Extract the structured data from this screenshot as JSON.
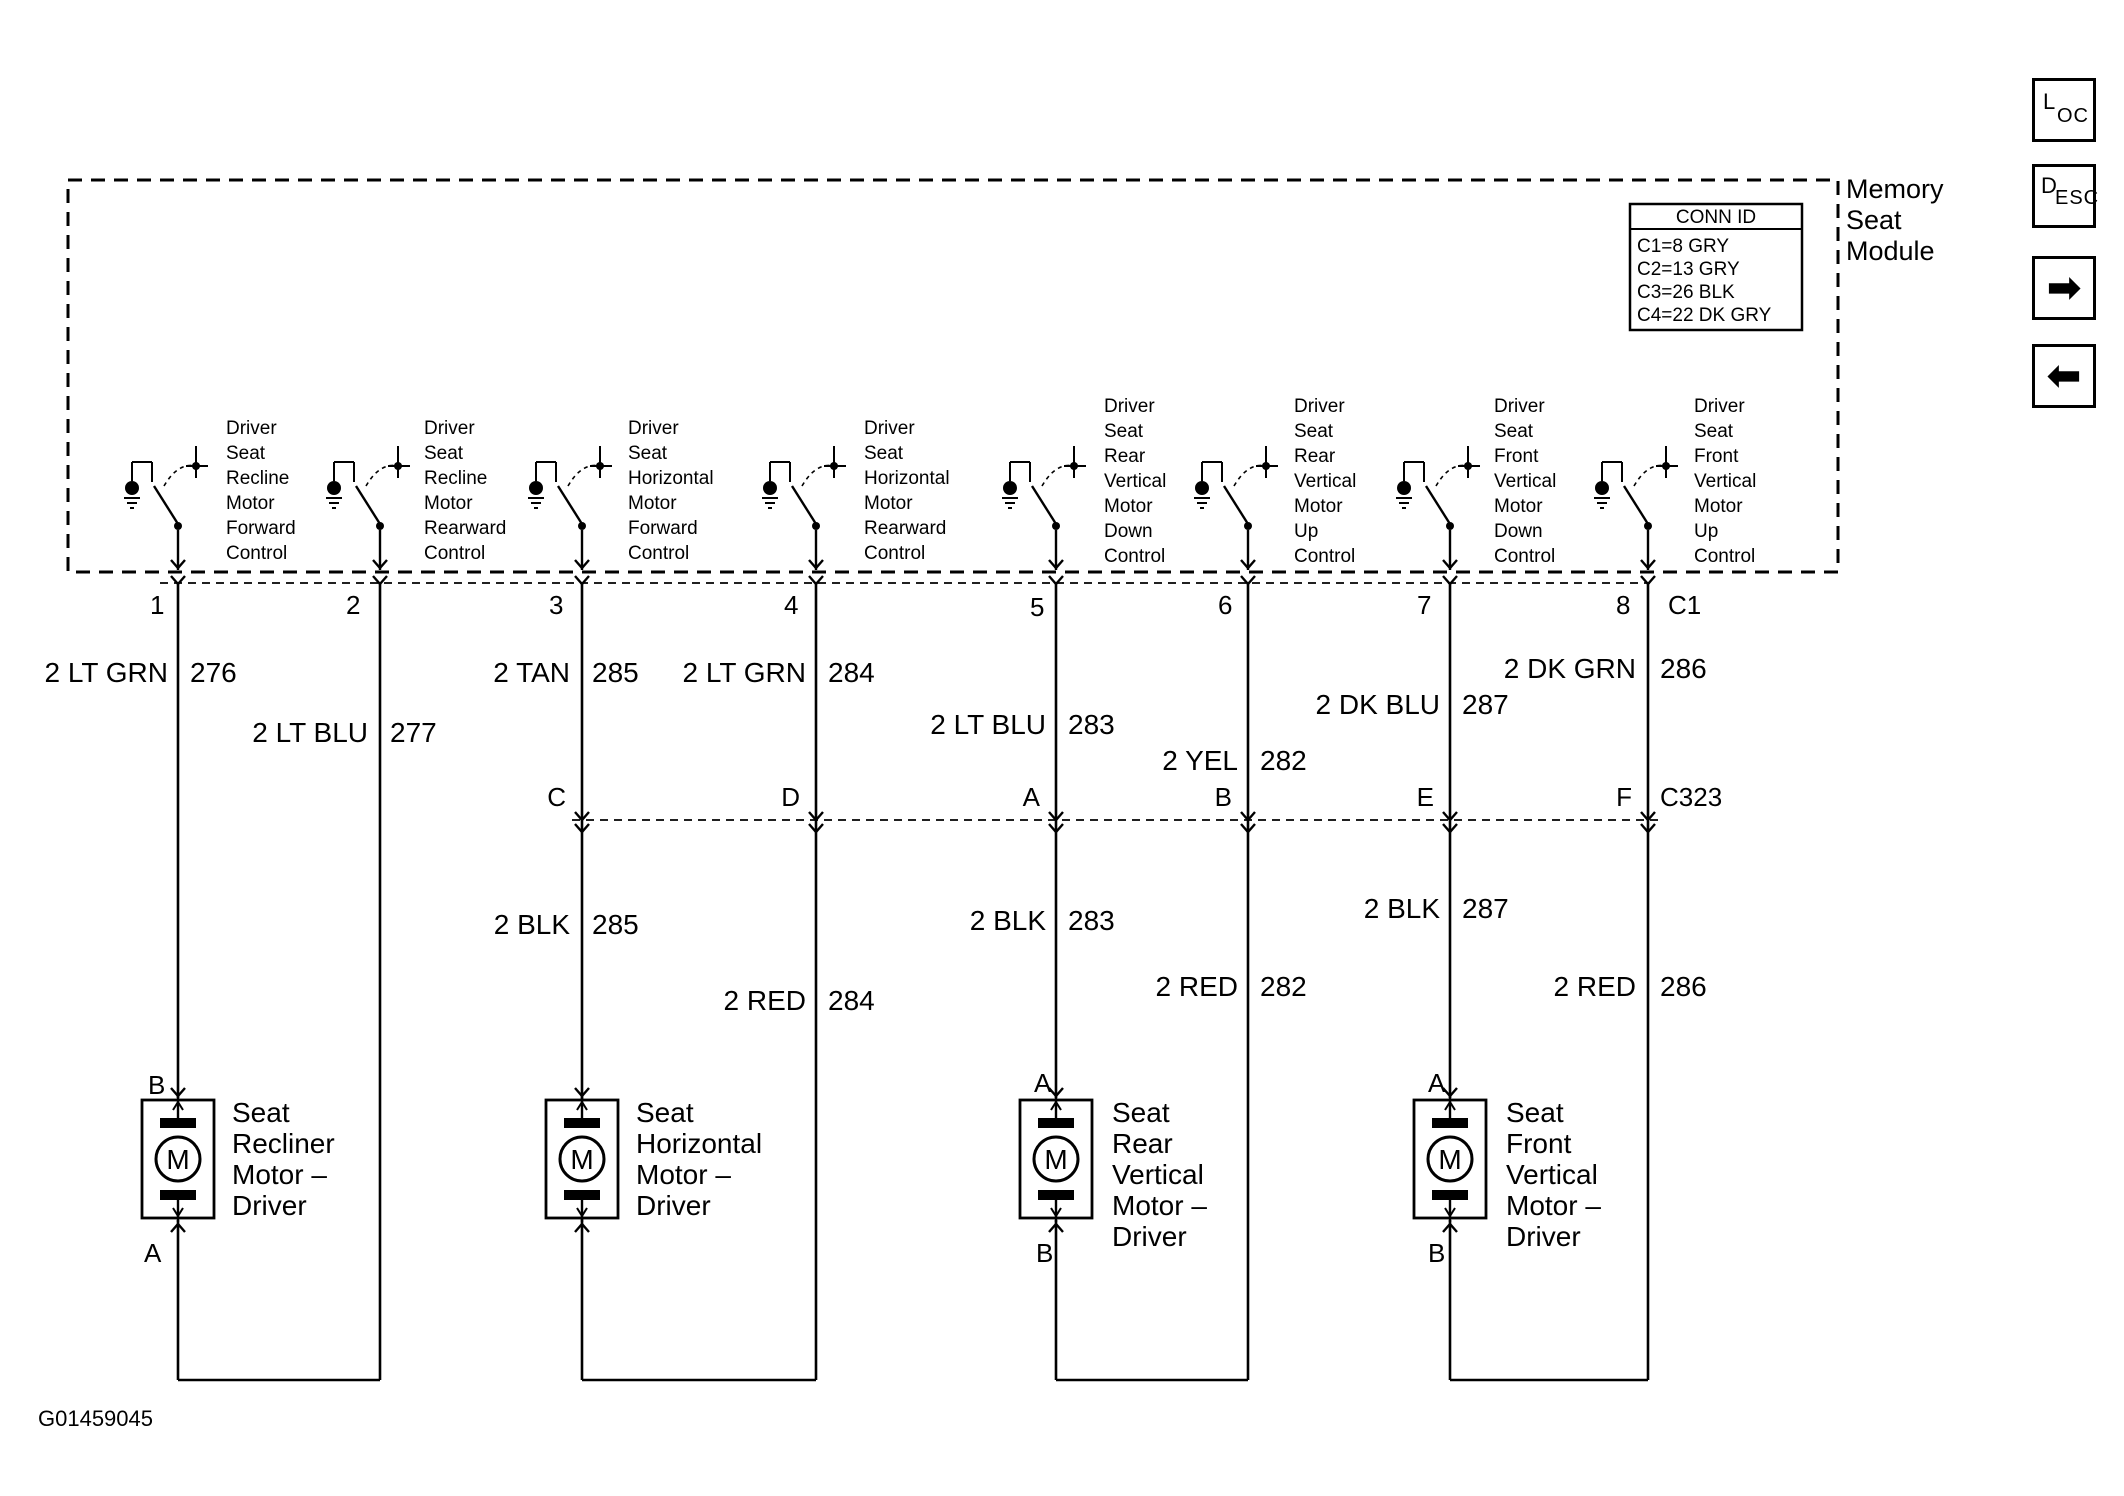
{
  "module": {
    "title_lines": [
      "Memory",
      "Seat",
      "Module"
    ],
    "conn_id": {
      "title": "CONN ID",
      "rows": [
        "C1=8 GRY",
        "C2=13 GRY",
        "C3=26 BLK",
        "C4=22 DK GRY"
      ]
    },
    "connector_label": "C1",
    "switches": [
      {
        "pin": "1",
        "lines": [
          "Driver",
          "Seat",
          "Recline",
          "Motor",
          "Forward",
          "Control"
        ]
      },
      {
        "pin": "2",
        "lines": [
          "Driver",
          "Seat",
          "Recline",
          "Motor",
          "Rearward",
          "Control"
        ]
      },
      {
        "pin": "3",
        "lines": [
          "Driver",
          "Seat",
          "Horizontal",
          "Motor",
          "Forward",
          "Control"
        ]
      },
      {
        "pin": "4",
        "lines": [
          "Driver",
          "Seat",
          "Horizontal",
          "Motor",
          "Rearward",
          "Control"
        ]
      },
      {
        "pin": "5",
        "lines": [
          "Driver",
          "Seat",
          "Rear",
          "Vertical",
          "Motor",
          "Down",
          "Control"
        ]
      },
      {
        "pin": "6",
        "lines": [
          "Driver",
          "Seat",
          "Rear",
          "Vertical",
          "Motor",
          "Up",
          "Control"
        ]
      },
      {
        "pin": "7",
        "lines": [
          "Driver",
          "Seat",
          "Front",
          "Vertical",
          "Motor",
          "Down",
          "Control"
        ]
      },
      {
        "pin": "8",
        "lines": [
          "Driver",
          "Seat",
          "Front",
          "Vertical",
          "Motor",
          "Up",
          "Control"
        ]
      }
    ]
  },
  "upper_wires": [
    {
      "color": "2 LT GRN",
      "circuit": "276"
    },
    {
      "color": "2 LT BLU",
      "circuit": "277"
    },
    {
      "color": "2 TAN",
      "circuit": "285"
    },
    {
      "color": "2 LT GRN",
      "circuit": "284"
    },
    {
      "color": "2 LT BLU",
      "circuit": "283"
    },
    {
      "color": "2 YEL",
      "circuit": "282"
    },
    {
      "color": "2 DK BLU",
      "circuit": "287"
    },
    {
      "color": "2 DK GRN",
      "circuit": "286"
    }
  ],
  "connector_c323": {
    "label": "C323",
    "pins": [
      "C",
      "D",
      "A",
      "B",
      "E",
      "F"
    ]
  },
  "lower_wires": [
    {
      "color": "2 BLK",
      "circuit": "285"
    },
    {
      "color": "2 RED",
      "circuit": "284"
    },
    {
      "color": "2 BLK",
      "circuit": "283"
    },
    {
      "color": "2 RED",
      "circuit": "282"
    },
    {
      "color": "2 BLK",
      "circuit": "287"
    },
    {
      "color": "2 RED",
      "circuit": "286"
    }
  ],
  "motors": [
    {
      "symbol": "M",
      "top_pin": "B",
      "bottom_pin": "A",
      "lines": [
        "Seat",
        "Recliner",
        "Motor –",
        "Driver"
      ]
    },
    {
      "symbol": "M",
      "top_pin": "",
      "bottom_pin": "",
      "lines": [
        "Seat",
        "Horizontal",
        "Motor –",
        "Driver"
      ]
    },
    {
      "symbol": "M",
      "top_pin": "A",
      "bottom_pin": "B",
      "lines": [
        "Seat",
        "Rear",
        "Vertical",
        "Motor –",
        "Driver"
      ]
    },
    {
      "symbol": "M",
      "top_pin": "A",
      "bottom_pin": "B",
      "lines": [
        "Seat",
        "Front",
        "Vertical",
        "Motor –",
        "Driver"
      ]
    }
  ],
  "nav": {
    "loc": {
      "big": "L",
      "small": "OC"
    },
    "desc": {
      "big": "D",
      "small": "ESC"
    },
    "next_icon": "right-arrow-icon",
    "prev_icon": "left-arrow-icon"
  },
  "figure_id": "G01459045"
}
